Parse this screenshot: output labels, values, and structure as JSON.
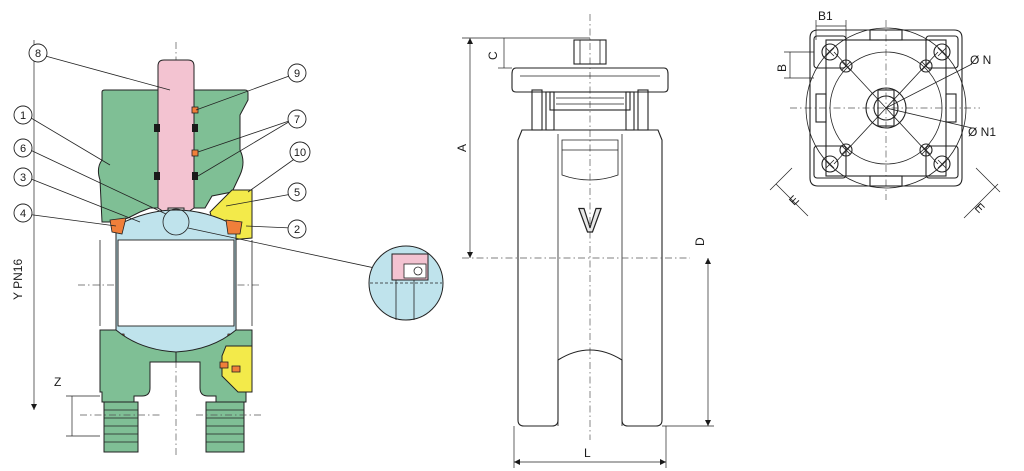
{
  "callouts": [
    {
      "id": "8",
      "text": "8"
    },
    {
      "id": "9",
      "text": "9"
    },
    {
      "id": "1",
      "text": "1"
    },
    {
      "id": "7",
      "text": "7"
    },
    {
      "id": "6",
      "text": "6"
    },
    {
      "id": "10",
      "text": "10"
    },
    {
      "id": "3",
      "text": "3"
    },
    {
      "id": "5",
      "text": "5"
    },
    {
      "id": "4",
      "text": "4"
    },
    {
      "id": "2",
      "text": "2"
    }
  ],
  "dimensions": {
    "a": "A",
    "c": "C",
    "d": "D",
    "l": "L",
    "z": "Z",
    "b": "B",
    "b1": "B1",
    "e": "E",
    "n": "Ø N",
    "n1": "Ø N1"
  },
  "side_label": "Y PN16",
  "logo": "V"
}
